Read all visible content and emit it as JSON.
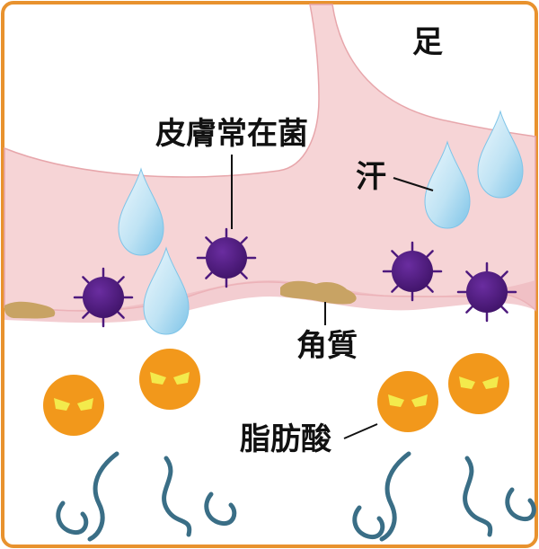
{
  "labels": {
    "foot": "足",
    "skin_bacteria": "皮膚常在菌",
    "sweat": "汗",
    "keratin": "角質",
    "fatty_acid": "脂肪酸"
  },
  "colors": {
    "frame": "#e8922e",
    "skin_fill": "#f6d4d6",
    "skin_edge": "#e7a6ab",
    "drop_light": "#e8f5fc",
    "drop_dark": "#7ec4e8",
    "bacteria": "#4e1a7e",
    "keratin": "#c8a364",
    "fatty_face": "#f2981b",
    "fatty_eye": "#f3ea4c",
    "odor_wave": "#3a6e86"
  }
}
